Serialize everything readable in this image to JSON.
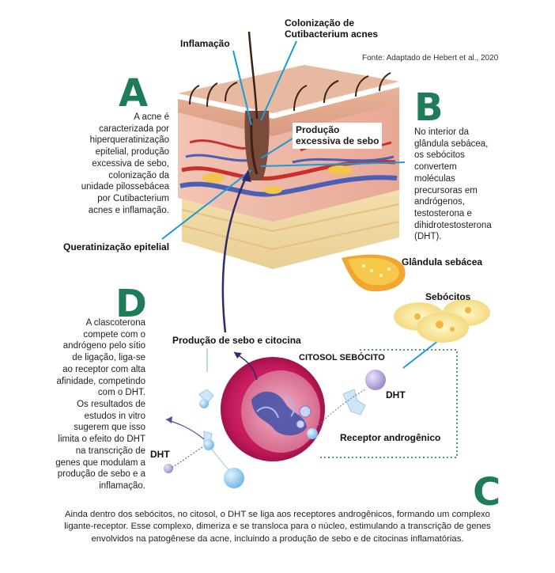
{
  "letters": {
    "a": "A",
    "b": "B",
    "c": "C",
    "d": "D"
  },
  "labels": {
    "inflamacao": "Inflamação",
    "colonizacao_line1": "Colonização de",
    "colonizacao_line2": "Cutibacterium acnes",
    "fonte": "Fonte: Adaptado de Hebert et al., 2020",
    "producao_line1": "Produção",
    "producao_line2": "excessiva de sebo",
    "queratinizacao": "Queratinização epitelial",
    "glandula": "Glândula sebácea",
    "sebocitos": "Sebócitos",
    "producao_sebo_citocina": "Produção de sebo e citocina",
    "citosol": "CITOSOL SEBÓCITO",
    "dht_right": "DHT",
    "dht_left": "DHT",
    "receptor": "Receptor androgênico"
  },
  "texts": {
    "a": [
      "A acne é",
      "caracterizada por",
      "hiperqueratinização",
      "epitelial, produção",
      "excessiva de sebo,",
      "colonização da",
      "unidade pilossebácea",
      "por Cutibacterium",
      "acnes e inflamação."
    ],
    "b": [
      "No interior da",
      "glândula sebácea,",
      "os sebócitos",
      "convertem",
      "moléculas",
      "precursoras em",
      "andrógenos,",
      "testosterona e",
      "dihidrotestosterona",
      "(DHT)."
    ],
    "d": [
      "A clascoterona",
      "compete com o",
      "andrógeno pelo sítio",
      "de ligação, liga-se",
      "ao receptor com alta",
      "afinidade, competindo",
      "com o DHT.",
      "Os resultados de",
      "estudos in vitro",
      "sugerem que isso",
      "limita o efeito do DHT",
      "na transcrição de",
      "genes que modulam a",
      "produção de sebo e a",
      "inflamação."
    ],
    "c": [
      "Ainda dentro dos sebócitos, no citosol, o DHT se liga aos receptores androgênicos, formando um complexo",
      "ligante-receptor. Esse complexo, dimeriza e se transloca para o núcleo, estimulando a transcrição de genes",
      "envolvidos na patogênese da acne, incluindo a produção de sebo e de citocinas inflamatórias."
    ]
  },
  "colors": {
    "letter": "#1e7d58",
    "leader": "#1a9bd7",
    "dotted": "#3a8a6e",
    "nucleus": "#c2185b"
  }
}
